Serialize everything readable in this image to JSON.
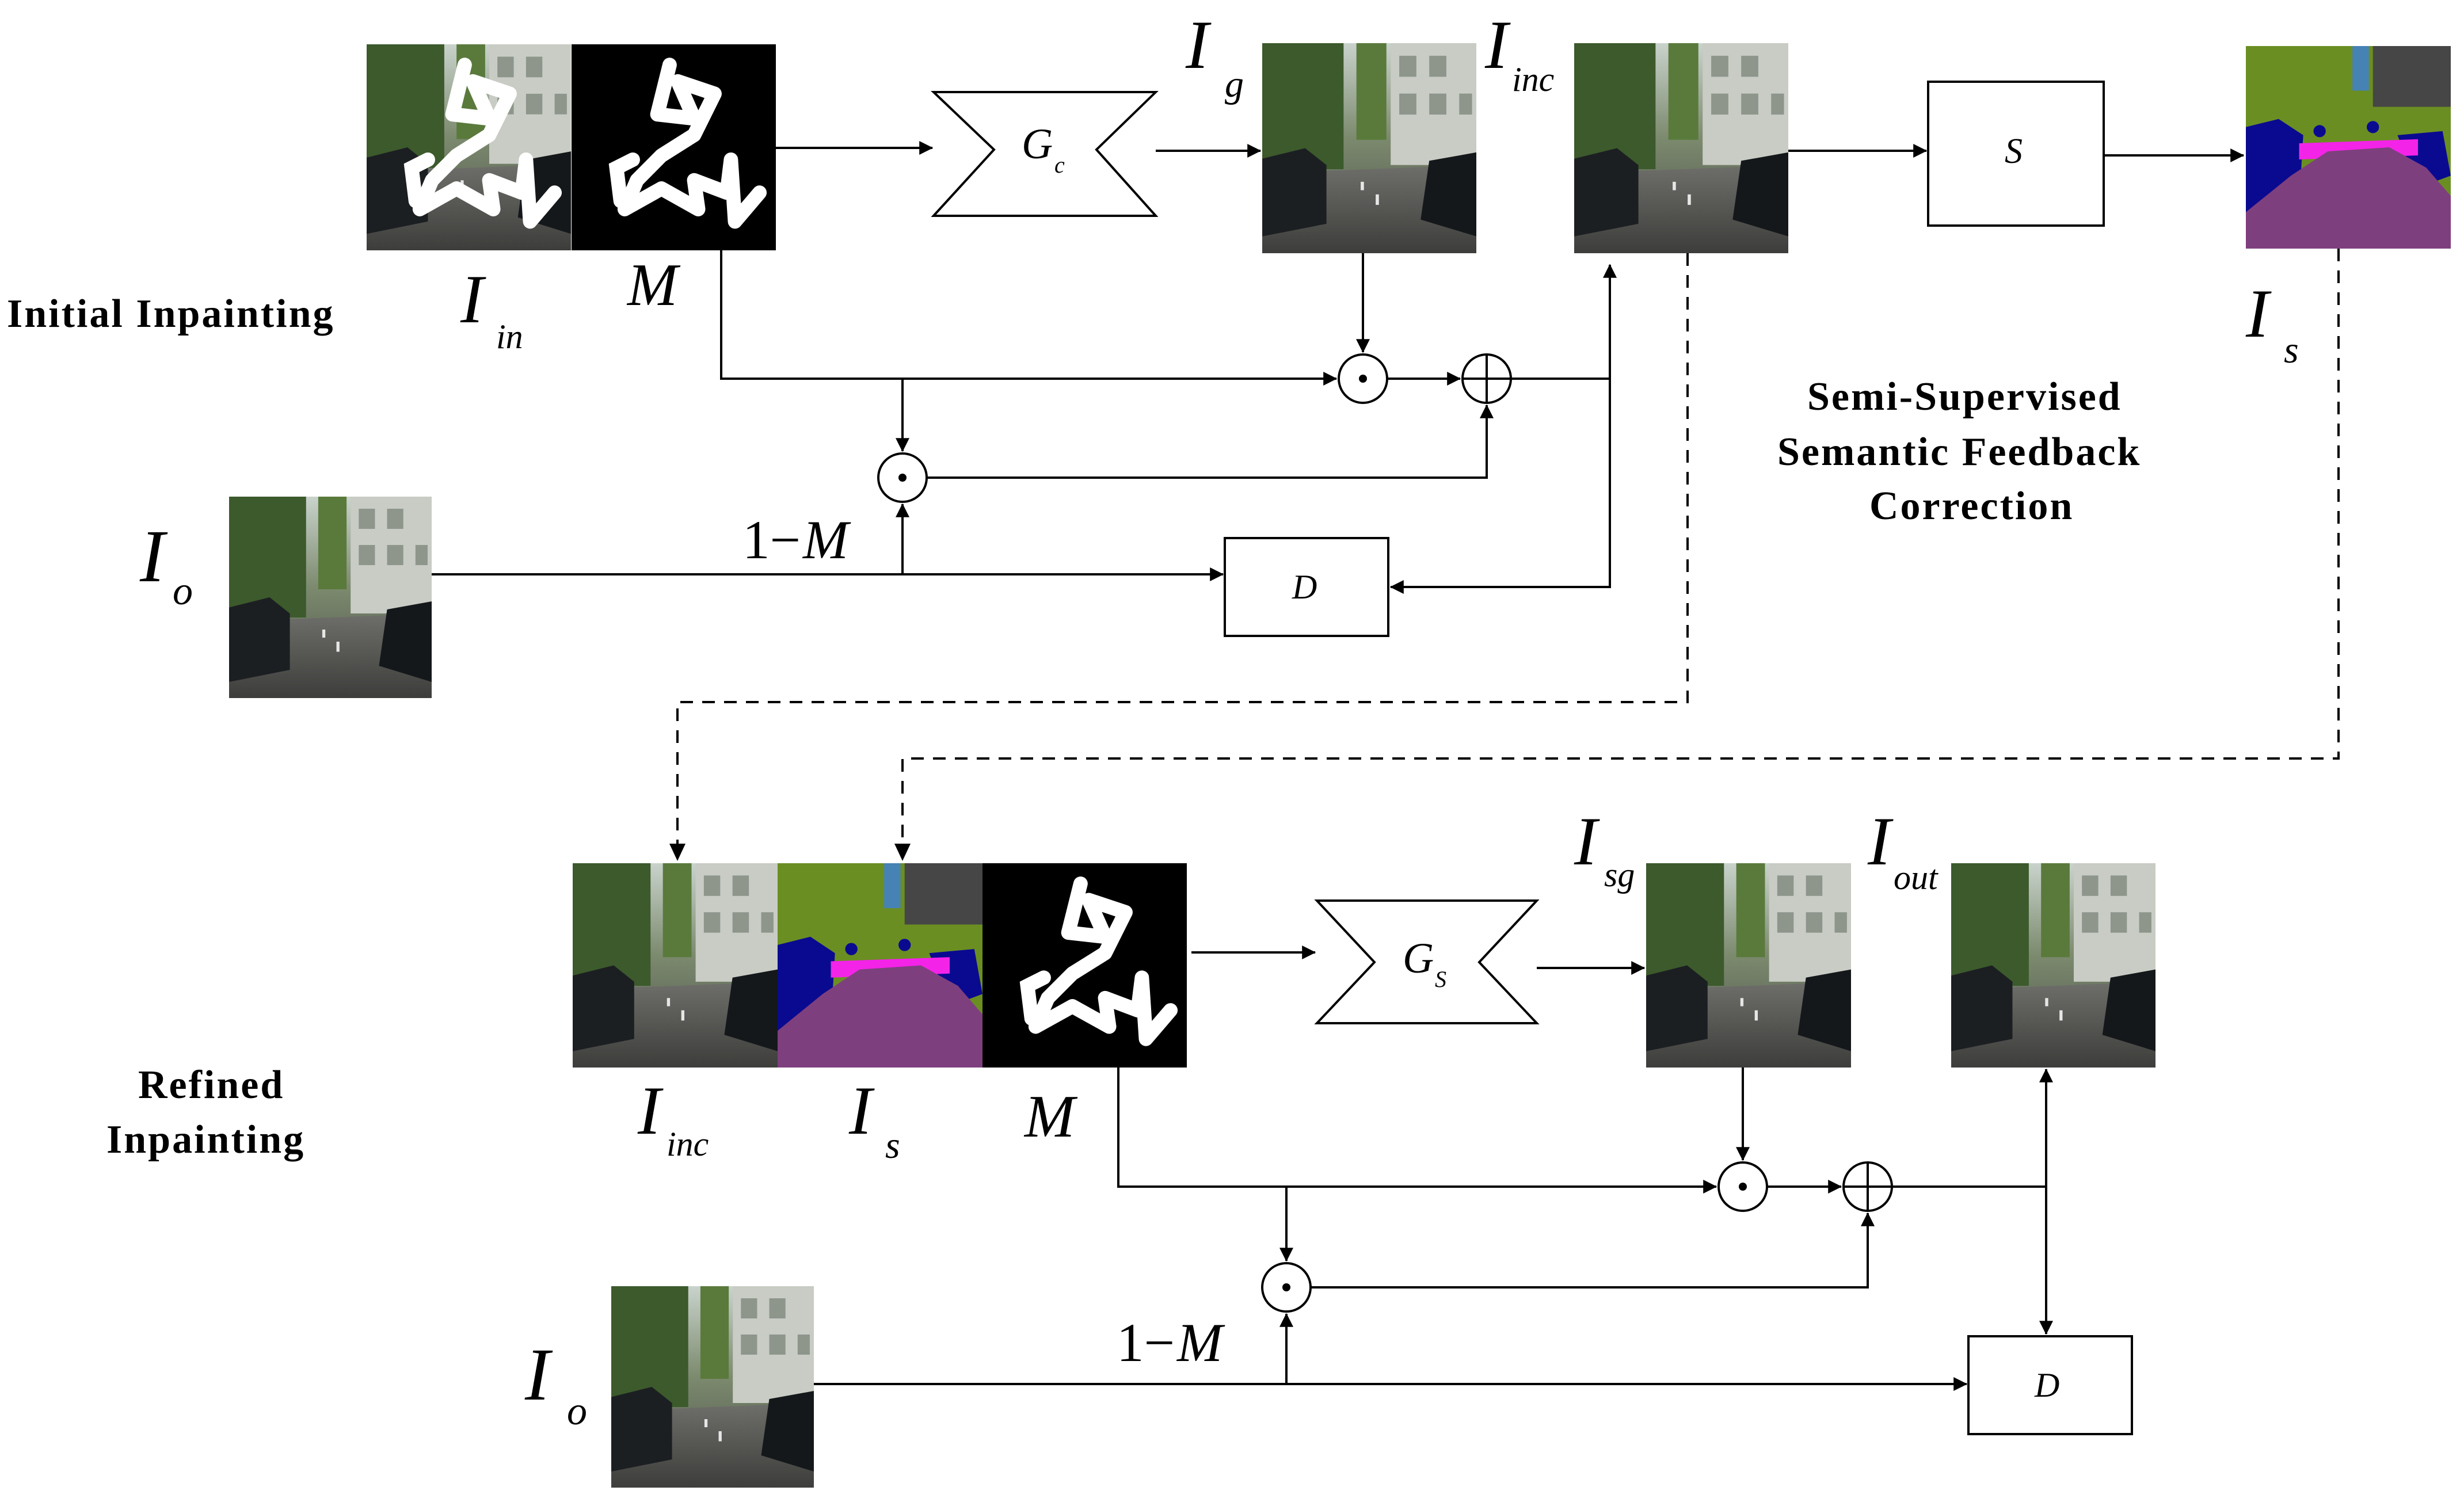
{
  "sections": {
    "initial": "Initial Inpainting",
    "refined_line1": "Refined",
    "refined_line2": "Inpainting",
    "feedback_line1": "Semi-Supervised",
    "feedback_line2": "Semantic Feedback",
    "feedback_line3": "Correction"
  },
  "blocks": {
    "gc": {
      "main": "G",
      "sub": "c"
    },
    "gs": {
      "main": "G",
      "sub": "S"
    },
    "s": "S",
    "d": "D"
  },
  "labels": {
    "i": "I",
    "in": "in",
    "g": "g",
    "inc": "inc",
    "s": "s",
    "o": "o",
    "sg": "sg",
    "out": "out",
    "m": "M",
    "one_minus": "1−",
    "m_in_expr": "M"
  },
  "colors": {
    "road": "#7e3f7e",
    "car": "#0a0a90",
    "vegetation": "#6b8e23",
    "sky": "#4682b4",
    "building": "#464646",
    "sidewalk": "#f423e8",
    "mask_bg": "#000000",
    "mask_stroke": "#ffffff"
  }
}
